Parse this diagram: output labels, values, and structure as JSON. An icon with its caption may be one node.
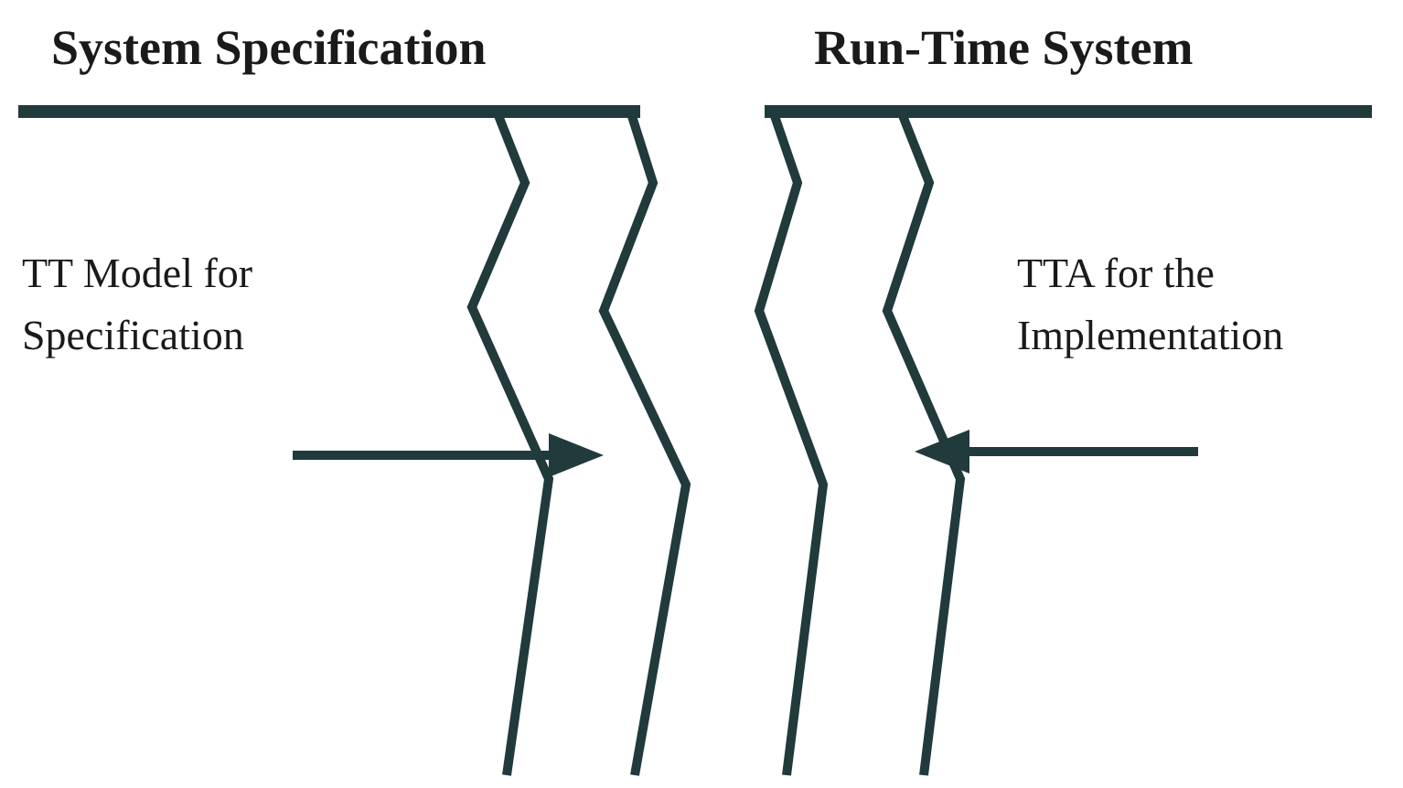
{
  "diagram": {
    "labels": [
      "System Specification",
      "Run-Time System",
      "TT Model for Specification",
      "TTA for the Implementation"
    ]
  }
}
